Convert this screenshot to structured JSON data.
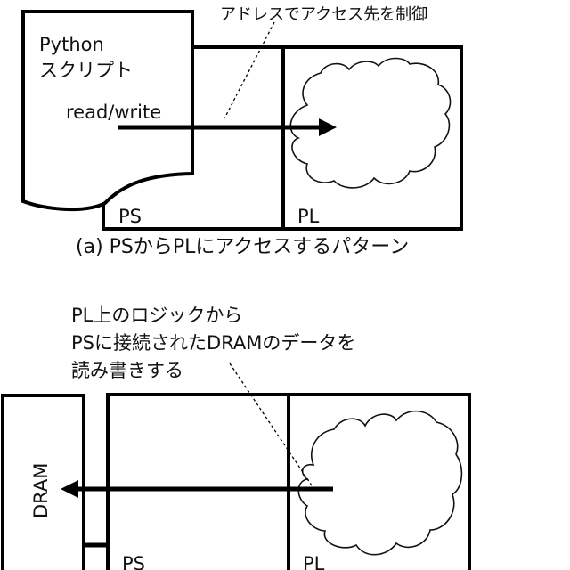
{
  "diagram_a": {
    "script_label_line1": "Python",
    "script_label_line2": "スクリプト",
    "arrow_label": "read/write",
    "annotation": "アドレスでアクセス先を制御",
    "ps_label": "PS",
    "pl_label": "PL",
    "caption": "(a) PSからPLにアクセスするパターン"
  },
  "diagram_b": {
    "annotation_line1": "PL上のロジックから",
    "annotation_line2": "PSに接続されたDRAMのデータを",
    "annotation_line3": "読み書きする",
    "dram_label": "DRAM",
    "ps_label": "PS",
    "pl_label": "PL"
  }
}
